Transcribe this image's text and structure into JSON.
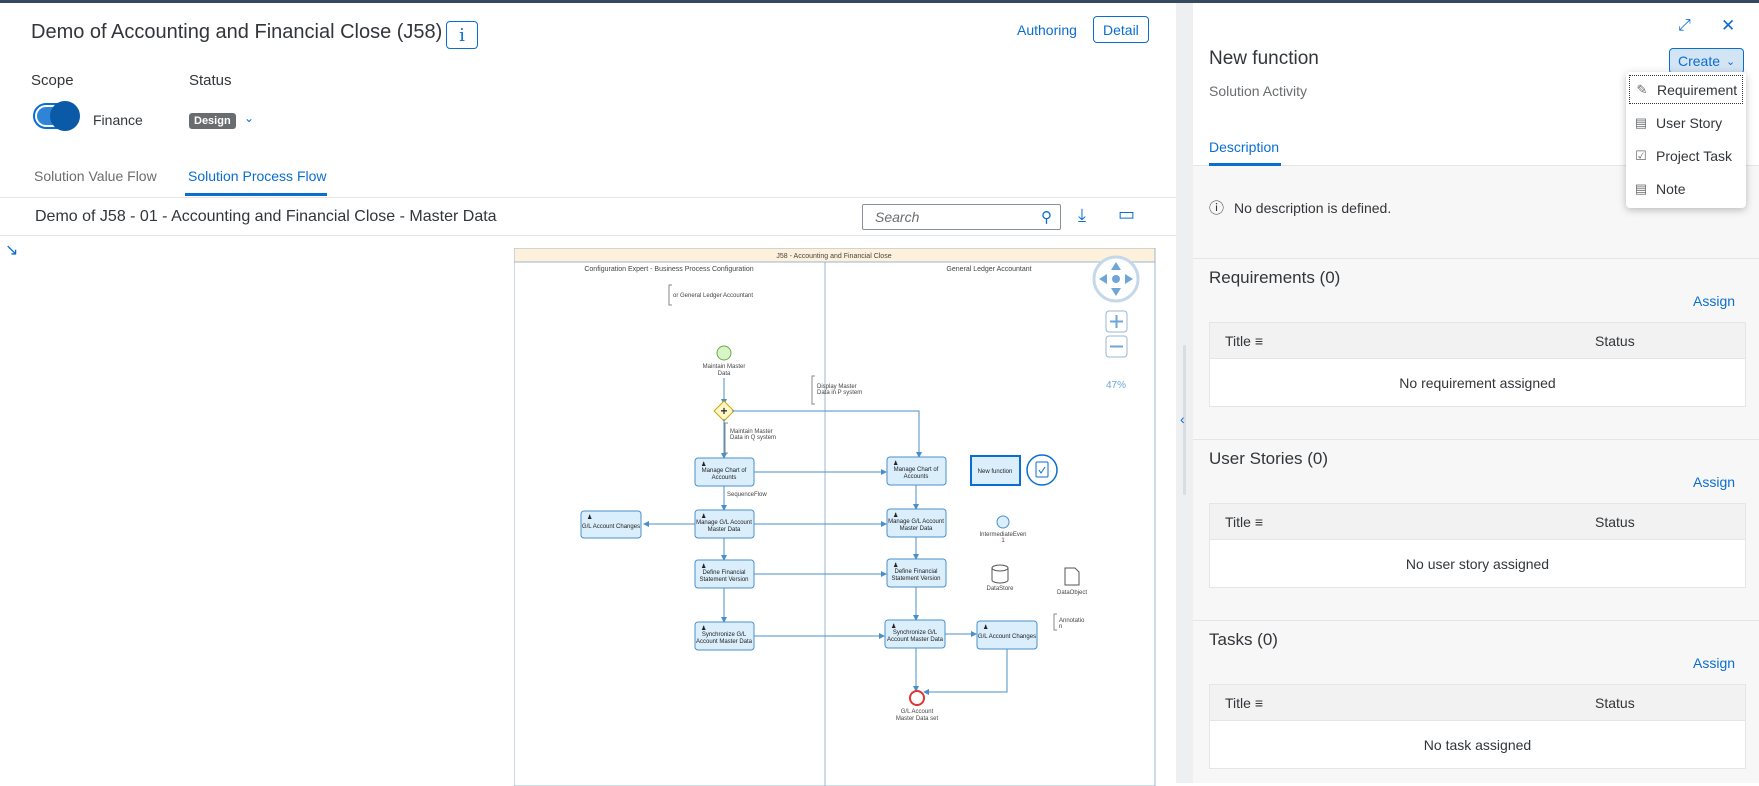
{
  "header": {
    "title": "Demo of Accounting and Financial Close (J58)",
    "info_label": "i",
    "authoring": "Authoring",
    "detail": "Detail",
    "scope_label": "Scope",
    "status_label": "Status",
    "scope_value": "Finance",
    "status_value": "Design"
  },
  "tabs": [
    "Solution Value Flow",
    "Solution Process Flow"
  ],
  "toolbar": {
    "title": "Demo of J58 - 01 - Accounting and Financial Close - Master Data",
    "search_placeholder": "Search"
  },
  "diagram": {
    "pool_title": "J58 - Accounting and Financial Close",
    "lane1": "Configuration Expert - Business Process Configuration",
    "lane2": "General Ledger Accountant",
    "annotation1": "or General Ledger Accountant",
    "start_event": "Maintain Master Data",
    "annotation2": "Maintain Master Data in Q system",
    "annotation3": "Display Master Data in P system",
    "seq_flow": "SequenceFlow",
    "tasks": {
      "l1_chart": "Manage Chart of Accounts",
      "l1_gl": "Manage G/L Account Master Data",
      "l1_fsv": "Define Financial Statement Version",
      "l1_sync": "Synchronize G/L Account Master Data",
      "l1_changes": "G/L Account Changes",
      "l2_chart": "Manage Chart of Accounts",
      "l2_gl": "Manage G/L Account Master Data",
      "l2_fsv": "Define Financial Statement Version",
      "l2_sync": "Synchronize G/L Account Master Data",
      "l2_changes": "G/L Account Changes",
      "new_function": "New function"
    },
    "intermediate_event": "IntermediateEvent 1",
    "data_store": "DataStore",
    "data_object": "DataObject",
    "annotation4": "Annotation",
    "end_event": "G/L Account Master Data set",
    "zoom": "47%"
  },
  "panel": {
    "title": "New function",
    "subtitle": "Solution Activity",
    "create": "Create",
    "tab": "Description",
    "menu": [
      "Requirement",
      "User Story",
      "Project Task",
      "Note"
    ],
    "description": "No description is defined.",
    "sections": [
      {
        "title": "Requirements (0)",
        "assign": "Assign",
        "col1": "Title",
        "col2": "Status",
        "empty": "No requirement assigned"
      },
      {
        "title": "User Stories (0)",
        "assign": "Assign",
        "col1": "Title",
        "col2": "Status",
        "empty": "No user story assigned"
      },
      {
        "title": "Tasks (0)",
        "assign": "Assign",
        "col1": "Title",
        "col2": "Status",
        "empty": "No task assigned"
      }
    ]
  },
  "colors": {
    "accent": "#0a6ed1",
    "task_fill": "#dbeefb",
    "start_event": "#d8f5c6",
    "end_event": "#e03434"
  }
}
